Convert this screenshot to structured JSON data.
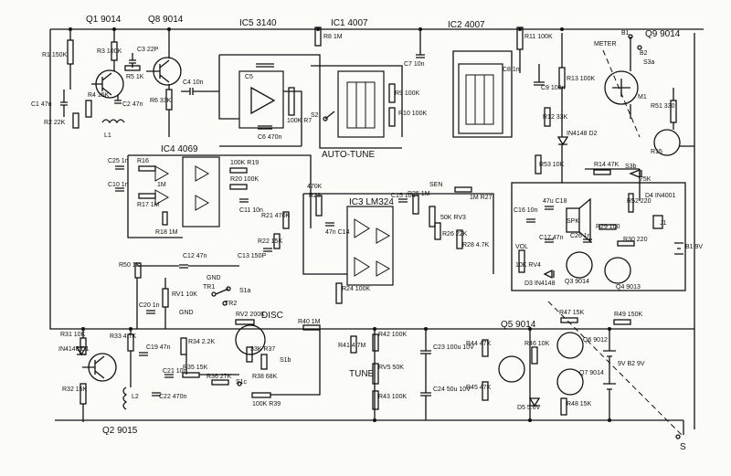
{
  "components": [
    {
      "id": "q1",
      "text": "Q1  9014"
    },
    {
      "id": "q8",
      "text": "Q8  9014"
    },
    {
      "id": "ic5",
      "text": "IC5 3140"
    },
    {
      "id": "ic1",
      "text": "IC1 4007"
    },
    {
      "id": "ic2",
      "text": "IC2 4007"
    },
    {
      "id": "q9",
      "text": "Q9 9014"
    },
    {
      "id": "r8",
      "text": "R8 1M"
    },
    {
      "id": "r11",
      "text": "R11 100K"
    },
    {
      "id": "r1",
      "text": "R1 150K"
    },
    {
      "id": "r3",
      "text": "R3 100K"
    },
    {
      "id": "c3",
      "text": "C3 22P"
    },
    {
      "id": "r5",
      "text": "R5 1K"
    },
    {
      "id": "c4",
      "text": "C4 10n"
    },
    {
      "id": "r6",
      "text": "R6 33K"
    },
    {
      "id": "c1",
      "text": "C1 47n"
    },
    {
      "id": "r4",
      "text": "R4 15K"
    },
    {
      "id": "c2",
      "text": "C2 47n"
    },
    {
      "id": "r2",
      "text": "R2 22K"
    },
    {
      "id": "l1",
      "text": "L1"
    },
    {
      "id": "c5",
      "text": "C5"
    },
    {
      "id": "c6",
      "text": "C6 470n"
    },
    {
      "id": "r7",
      "text": "100K R7"
    },
    {
      "id": "s2",
      "text": "S2"
    },
    {
      "id": "r9",
      "text": "R9 100K"
    },
    {
      "id": "r10",
      "text": "R10 100K"
    },
    {
      "id": "c7",
      "text": "C7 10n"
    },
    {
      "id": "autotune",
      "text": "AUTO-TUNE"
    },
    {
      "id": "c8",
      "text": "C8 1n"
    },
    {
      "id": "c9",
      "text": "C9 100n"
    },
    {
      "id": "r13",
      "text": "R13 100K"
    },
    {
      "id": "r12",
      "text": "R12 33K"
    },
    {
      "id": "d2",
      "text": "IN4148 D2"
    },
    {
      "id": "meter",
      "text": "METER"
    },
    {
      "id": "b1a",
      "text": "B1"
    },
    {
      "id": "b2a",
      "text": "B2"
    },
    {
      "id": "s3a",
      "text": "S3a"
    },
    {
      "id": "m1",
      "text": "M1"
    },
    {
      "id": "r51",
      "text": "R51 330"
    },
    {
      "id": "r15",
      "text": "R15"
    },
    {
      "id": "ic4",
      "text": "IC4 4069"
    },
    {
      "id": "c25",
      "text": "C25 1n"
    },
    {
      "id": "r16",
      "text": "R16"
    },
    {
      "id": "r19",
      "text": "100K R19"
    },
    {
      "id": "r20",
      "text": "R20 100K"
    },
    {
      "id": "c10",
      "text": "C10 1n"
    },
    {
      "id": "r17",
      "text": "R17 1M"
    },
    {
      "id": "c11",
      "text": "C11 10n"
    },
    {
      "id": "r18",
      "text": "R18 1M"
    },
    {
      "id": "m1val",
      "text": "1M"
    },
    {
      "id": "r53",
      "text": "R53 10K"
    },
    {
      "id": "r14",
      "text": "R14 47K"
    },
    {
      "id": "s3b",
      "text": "S3b"
    },
    {
      "id": "k75",
      "text": "75K"
    },
    {
      "id": "d4",
      "text": "D4 IN4001"
    },
    {
      "id": "ic3",
      "text": "IC3 LM324"
    },
    {
      "id": "r23",
      "text": "R23"
    },
    {
      "id": "k470",
      "text": "470K"
    },
    {
      "id": "c14",
      "text": "47n C14"
    },
    {
      "id": "c15",
      "text": "C15 10n"
    },
    {
      "id": "r25",
      "text": "R25 1M"
    },
    {
      "id": "sen",
      "text": "SEN"
    },
    {
      "id": "r27",
      "text": "1M R27"
    },
    {
      "id": "rv3",
      "text": "50K RV3"
    },
    {
      "id": "r26",
      "text": "R26 22K"
    },
    {
      "id": "r28",
      "text": "R28 4.7K"
    },
    {
      "id": "c16",
      "text": "C16 10n"
    },
    {
      "id": "c18",
      "text": "47u C18"
    },
    {
      "id": "spk",
      "text": "SPK"
    },
    {
      "id": "r52",
      "text": "R52 220"
    },
    {
      "id": "r29",
      "text": "R29 100"
    },
    {
      "id": "j1",
      "text": "J1"
    },
    {
      "id": "b1",
      "text": "B1 9V"
    },
    {
      "id": "c17",
      "text": "C17 47n"
    },
    {
      "id": "c26",
      "text": "C26 1n"
    },
    {
      "id": "r30",
      "text": "R30 220"
    },
    {
      "id": "vol",
      "text": "VOL"
    },
    {
      "id": "rv4",
      "text": "10K RV4"
    },
    {
      "id": "d3",
      "text": "D3 IN4148"
    },
    {
      "id": "q3",
      "text": "Q3 9014"
    },
    {
      "id": "q4",
      "text": "Q4 9013"
    },
    {
      "id": "r21",
      "text": "R21 470K"
    },
    {
      "id": "r22",
      "text": "R22 15K"
    },
    {
      "id": "c13",
      "text": "C13 150P"
    },
    {
      "id": "r50",
      "text": "R50 1K"
    },
    {
      "id": "c12",
      "text": "C12 47n"
    },
    {
      "id": "gnd1",
      "text": "GND"
    },
    {
      "id": "tr1",
      "text": "TR1"
    },
    {
      "id": "s1a",
      "text": "S1a"
    },
    {
      "id": "tr2",
      "text": "TR2"
    },
    {
      "id": "r24",
      "text": "R24 100K"
    },
    {
      "id": "c20",
      "text": "C20 1n"
    },
    {
      "id": "rv1",
      "text": "RV1 10K"
    },
    {
      "id": "gnd2",
      "text": "GND"
    },
    {
      "id": "rv2",
      "text": "RV2 200K"
    },
    {
      "id": "disc",
      "text": "DISC"
    },
    {
      "id": "r40",
      "text": "R40 1M"
    },
    {
      "id": "r41",
      "text": "R41 4.7M"
    },
    {
      "id": "r42",
      "text": "R42 100K"
    },
    {
      "id": "c23",
      "text": "C23 100u 10V"
    },
    {
      "id": "q5",
      "text": "Q5 9014"
    },
    {
      "id": "r47",
      "text": "R47 15K"
    },
    {
      "id": "r49",
      "text": "R49 150K"
    },
    {
      "id": "q6",
      "text": "Q6 9012"
    },
    {
      "id": "r31",
      "text": "R31 10K"
    },
    {
      "id": "r33",
      "text": "R33 4.7K"
    },
    {
      "id": "d1",
      "text": "IN4148 D1"
    },
    {
      "id": "c19",
      "text": "C19 47n"
    },
    {
      "id": "r34",
      "text": "R34 2.2K"
    },
    {
      "id": "r37",
      "text": "33K R37"
    },
    {
      "id": "s1b",
      "text": "S1b"
    },
    {
      "id": "r38",
      "text": "R38 68K"
    },
    {
      "id": "tune",
      "text": "TUNE"
    },
    {
      "id": "rv5",
      "text": "RV5 50K"
    },
    {
      "id": "r44",
      "text": "R44 47K"
    },
    {
      "id": "r46",
      "text": "R46 10K"
    },
    {
      "id": "b2",
      "text": "9V B2 9V"
    },
    {
      "id": "r35",
      "text": "R35 15K"
    },
    {
      "id": "r36",
      "text": "R36 27K"
    },
    {
      "id": "s1c",
      "text": "S1c"
    },
    {
      "id": "c21",
      "text": "C21 10n"
    },
    {
      "id": "r45",
      "text": "R45 47K"
    },
    {
      "id": "q7",
      "text": "Q7 9014"
    },
    {
      "id": "r32",
      "text": "R32 15K"
    },
    {
      "id": "l2",
      "text": "L2"
    },
    {
      "id": "c22",
      "text": "C22 470n"
    },
    {
      "id": "r39",
      "text": "100K R39"
    },
    {
      "id": "r43",
      "text": "R43 100K"
    },
    {
      "id": "c24",
      "text": "C24 50u 10V"
    },
    {
      "id": "d5",
      "text": "D5 5.6V"
    },
    {
      "id": "r48",
      "text": "R48 15K"
    },
    {
      "id": "q2",
      "text": "Q2 9015"
    },
    {
      "id": "s",
      "text": "S"
    }
  ]
}
